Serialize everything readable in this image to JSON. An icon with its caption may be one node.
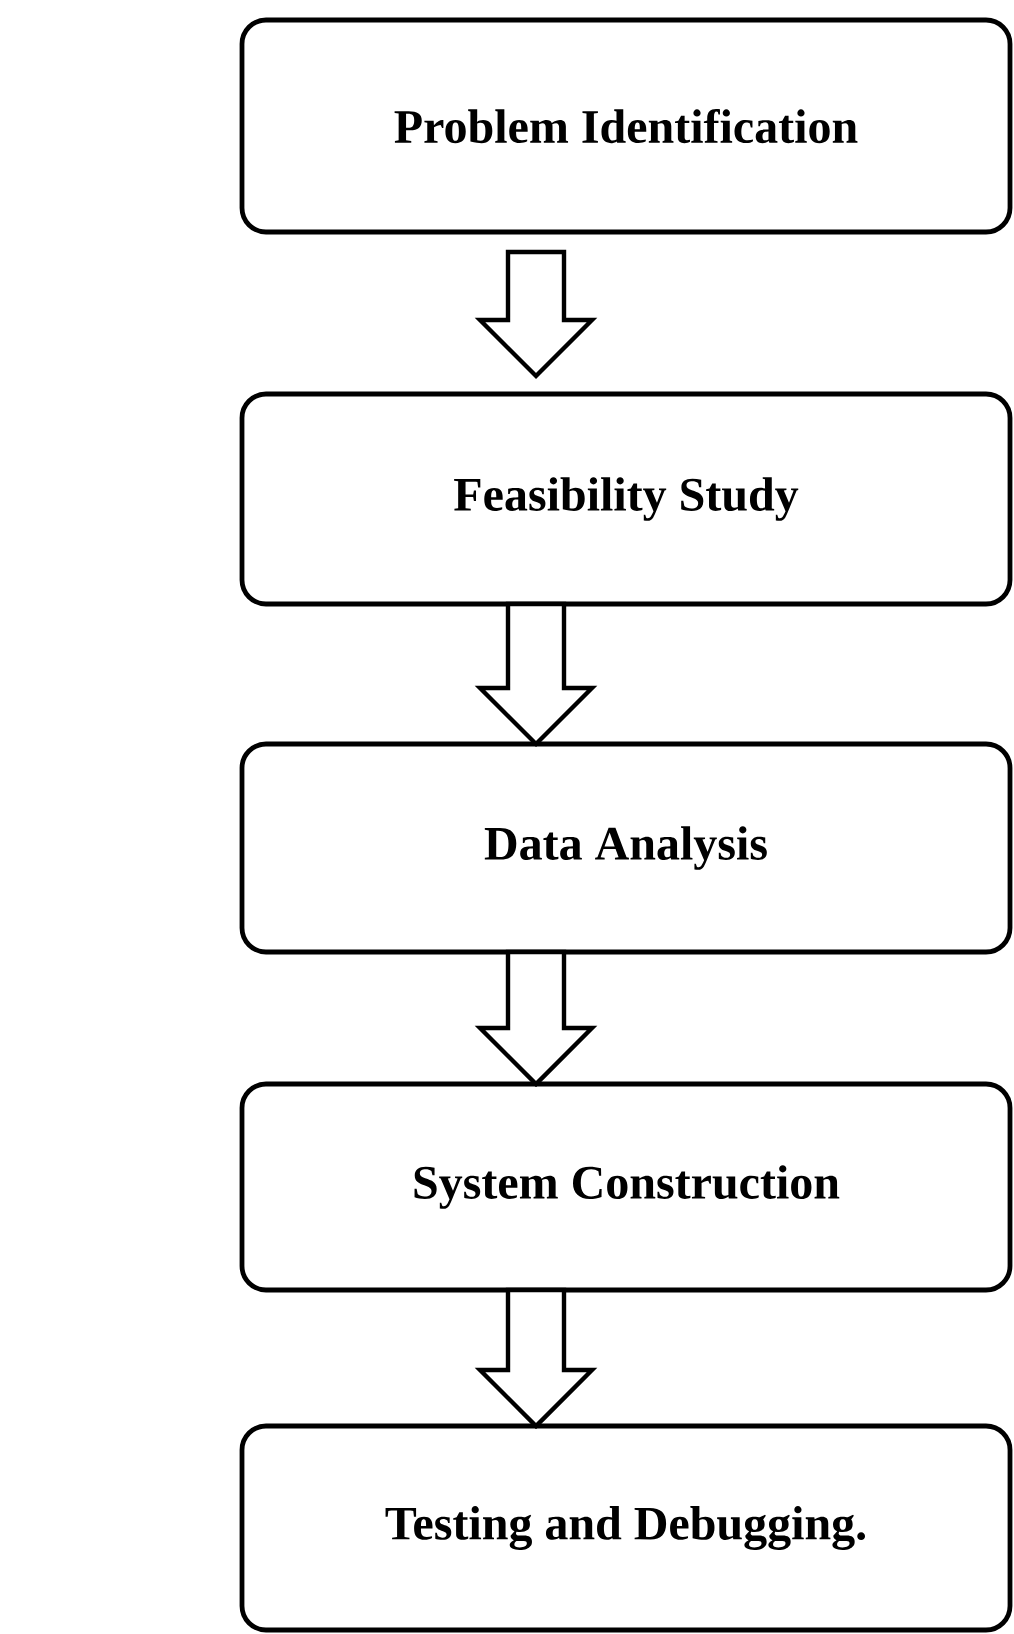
{
  "diagram": {
    "nodes": [
      {
        "text": [
          "Problem Identification"
        ]
      },
      {
        "text": [
          "Feasibility Study"
        ]
      },
      {
        "text": [
          "Data Analysis"
        ]
      },
      {
        "text": [
          "System Construction"
        ]
      },
      {
        "text": [
          "Testing and Debugging."
        ]
      }
    ],
    "edges": [
      {
        "from": 0,
        "to": 1,
        "arrow": "to"
      },
      {
        "from": 1,
        "to": 2,
        "arrow": "to"
      },
      {
        "from": 2,
        "to": 3,
        "arrow": "to"
      },
      {
        "from": 3,
        "to": 4,
        "arrow": "to"
      }
    ]
  }
}
